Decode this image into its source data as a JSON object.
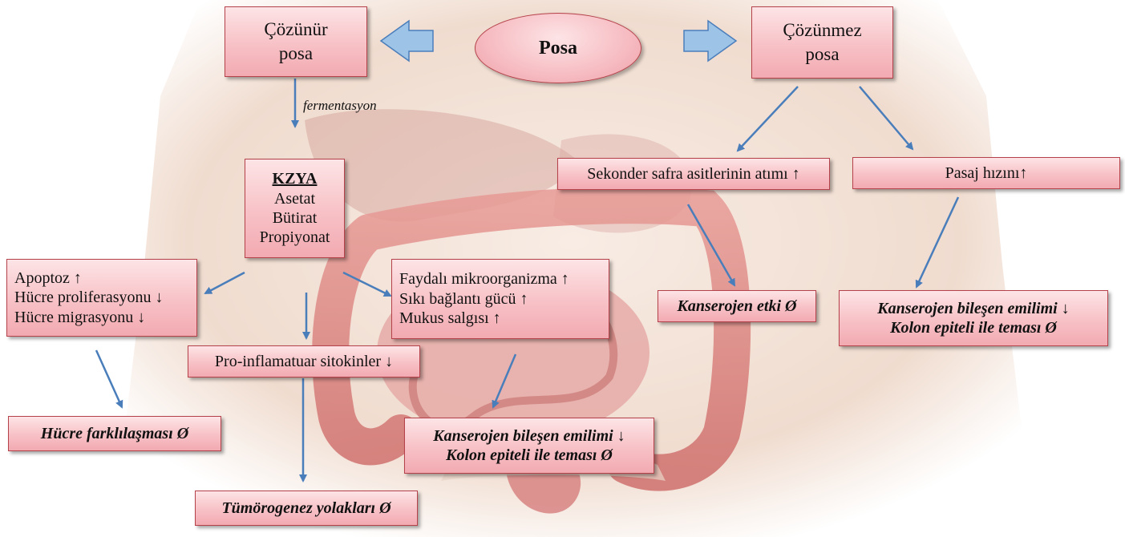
{
  "center": {
    "label": "Posa"
  },
  "soluble": {
    "line1": "Çözünür",
    "line2": "posa"
  },
  "insoluble": {
    "line1": "Çözünmez",
    "line2": "posa"
  },
  "fermentation_label": "fermentasyon",
  "scfa": {
    "title": "KZYA",
    "items": [
      "Asetat",
      "Bütirat",
      "Propiyonat"
    ]
  },
  "apoptosis_box": {
    "lines": [
      "Apoptoz ↑",
      "Hücre proliferasyonu ↓",
      "Hücre migrasyonu ↓"
    ]
  },
  "differentiation_box": {
    "text": "Hücre farklılaşması Ø"
  },
  "inflammatory_box": {
    "text": "Pro-inflamatuar sitokinler ↓"
  },
  "tumor_box": {
    "text": "Tümörogenez yolakları Ø"
  },
  "microbe_box": {
    "lines": [
      "Faydalı mikroorganizma ↑",
      "Sıkı bağlantı gücü ↑",
      "Mukus salgısı ↑"
    ]
  },
  "carcinogen_center_box": {
    "lines": [
      "Kanserojen bileşen emilimi ↓",
      "Kolon epiteli ile teması Ø"
    ]
  },
  "bile_box": {
    "text": "Sekonder safra asitlerinin atımı ↑"
  },
  "carcinogen_effect_box": {
    "text": "Kanserojen etki Ø"
  },
  "transit_box": {
    "text": "Pasaj hızını↑"
  },
  "carcinogen_right_box": {
    "lines": [
      "Kanserojen bileşen emilimi ↓",
      "Kolon epiteli ile teması Ø"
    ]
  },
  "colors": {
    "box_fill": "#f7c1c6",
    "box_border": "#b5424a",
    "arrow": "#4a7ebb",
    "block_arrow": "#9dc3e6"
  }
}
